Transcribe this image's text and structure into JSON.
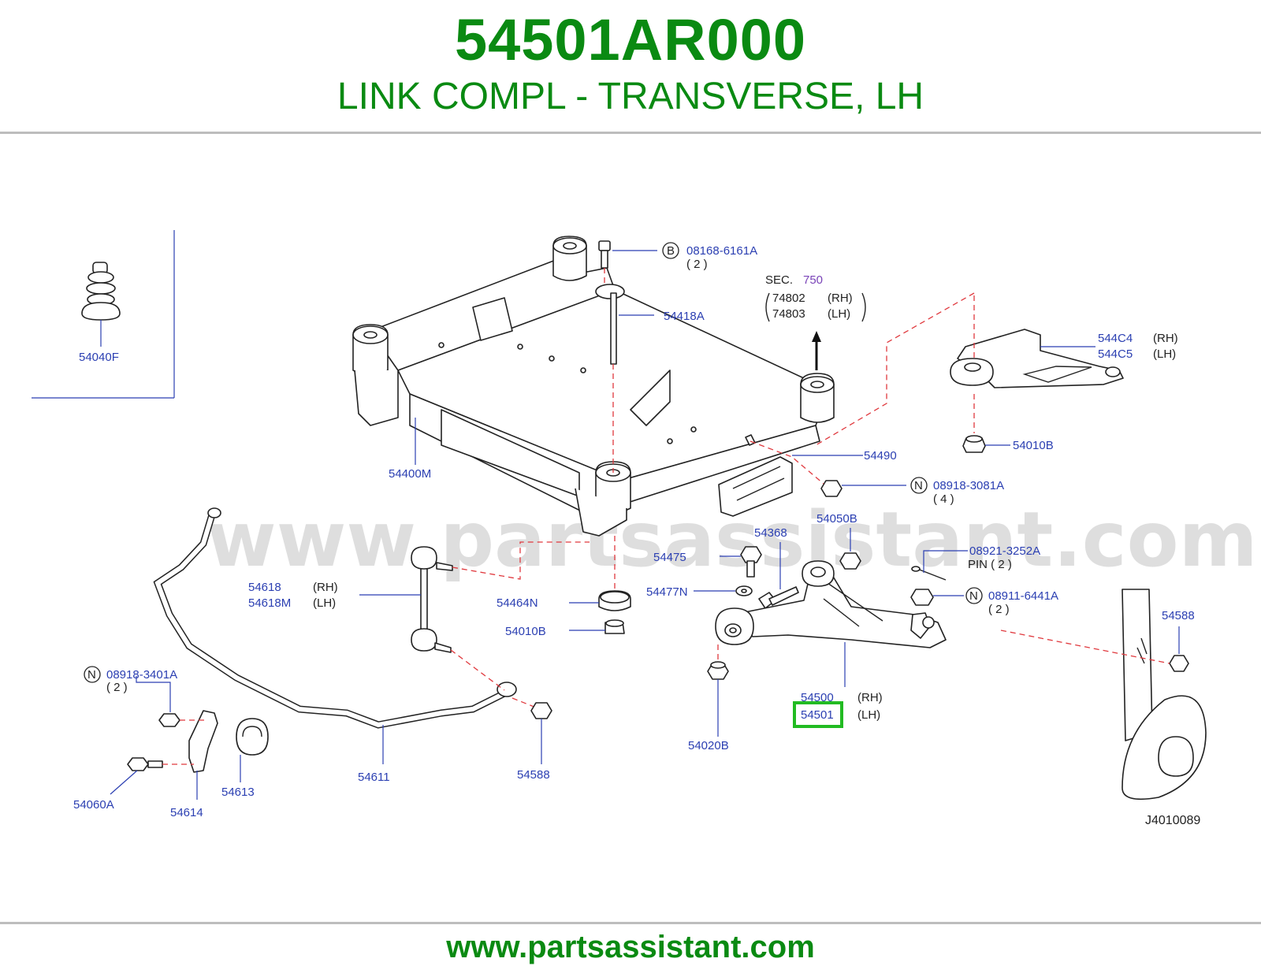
{
  "header": {
    "part_number": "54501AR000",
    "description": "LINK COMPL - TRANSVERSE, LH"
  },
  "watermark": "www.partsassistant.com",
  "footer": {
    "url": "www.partsassistant.com"
  },
  "diagram": {
    "code": "J4010089",
    "sec_ref": {
      "prefix": "SEC.",
      "number": "750",
      "lines": [
        {
          "part": "74802",
          "side": "(RH)"
        },
        {
          "part": "74803",
          "side": "(LH)"
        }
      ]
    },
    "callouts": {
      "p08168": {
        "symbol": "B",
        "number": "08168-6161A",
        "qty": "( 2 )"
      },
      "p54418A": "54418A",
      "p54040F": "54040F",
      "p54400M": "54400M",
      "p544C4": {
        "part": "544C4",
        "side": "(RH)"
      },
      "p544C5": {
        "part": "544C5",
        "side": "(LH)"
      },
      "p54010B_top": "54010B",
      "p54490": "54490",
      "p08918_3081": {
        "symbol": "N",
        "number": "08918-3081A",
        "qty": "( 4 )"
      },
      "p54050B": "54050B",
      "p54368": "54368",
      "p54475": "54475",
      "p08921": {
        "number": "08921-3252A",
        "sub": "PIN  ( 2 )"
      },
      "p54618": {
        "part": "54618",
        "side": "(RH)"
      },
      "p54618M": {
        "part": "54618M",
        "side": "(LH)"
      },
      "p54464N": "54464N",
      "p54477N": "54477N",
      "p08911": {
        "symbol": "N",
        "number": "08911-6441A",
        "qty": "( 2 )"
      },
      "p54010B_mid": "54010B",
      "p54588_right": "54588",
      "p08918_3401": {
        "symbol": "N",
        "number": "08918-3401A",
        "qty": "( 2 )"
      },
      "p54500": {
        "part": "54500",
        "side": "(RH)"
      },
      "p54501": {
        "part": "54501",
        "side": "(LH)"
      },
      "p54020B": "54020B",
      "p54611": "54611",
      "p54588_left": "54588",
      "p54613": "54613",
      "p54060A": "54060A",
      "p54614": "54614"
    }
  },
  "colors": {
    "brand_green": "#0a8a12",
    "callout_blue": "#2b3fb2",
    "guide_red": "#e0393e",
    "highlight_green": "#22bb22",
    "sec_purple": "#7a44b8"
  }
}
